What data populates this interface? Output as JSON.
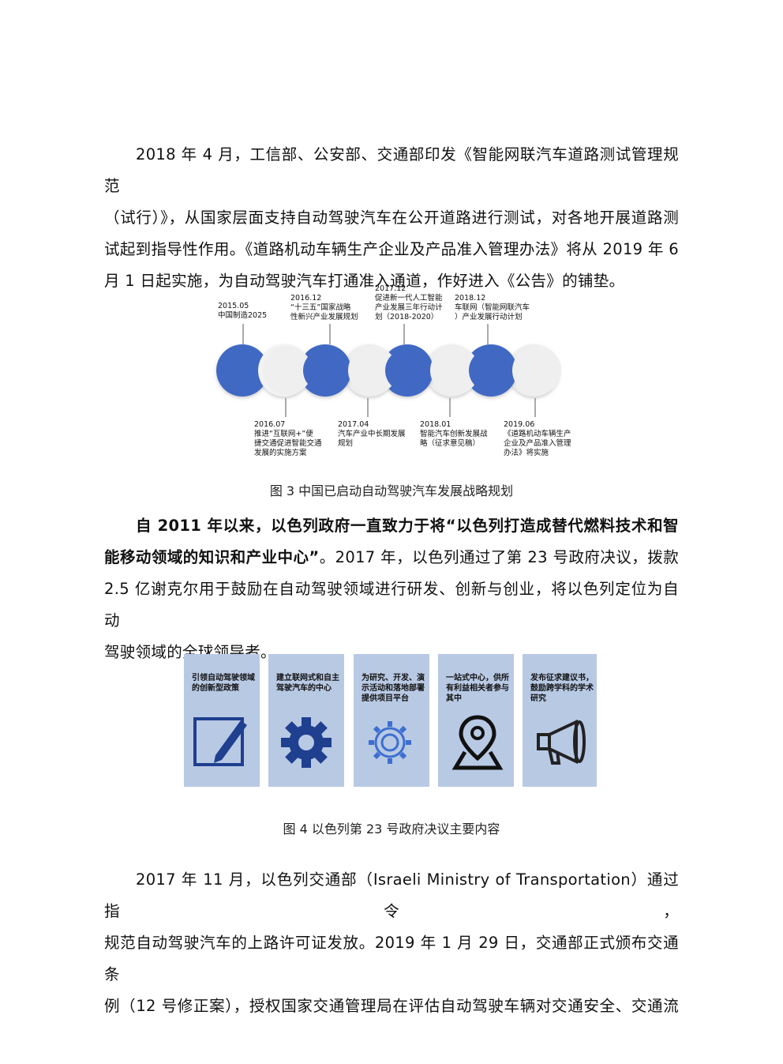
{
  "paragraph1": {
    "lines": [
      "2018 年 4 月，工信部、公安部、交通部印发《智能网联汽车道路测试管理规范",
      "（试行）》，从国家层面支持自动驾驶汽车在公开道路进行测试，对各地开展道路测",
      "试起到指导性作用。《道路机动车辆生产企业及产品准入管理办法》将从 2019 年 6",
      "月 1 日起实施，为自动驾驶汽车打通准入通道，作好进入《公告》的铺垫。"
    ]
  },
  "figure3": {
    "caption": "图  3 中国已启动自动驾驶汽车发展战略规划",
    "top_labels": [
      {
        "date": "2015.05",
        "lines": [
          "中国制造2025"
        ]
      },
      {
        "date": "2016.12",
        "lines": [
          "“十三五”国家战略",
          "性新兴产业发展规划"
        ]
      },
      {
        "date": "2017.12",
        "lines": [
          "促进新一代人工智能",
          "产业发展三年行动计",
          "划（2018-2020）"
        ]
      },
      {
        "date": "2018.12",
        "lines": [
          "车联网（智能网联汽车",
          "）产业发展行动计划"
        ]
      }
    ],
    "bottom_labels": [
      {
        "date": "2016.07",
        "lines": [
          "推进“互联网+”便",
          "捷交通促进智能交通",
          "发展的实施方案"
        ]
      },
      {
        "date": "2017.04",
        "lines": [
          "汽车产业中长期发展",
          "规划"
        ]
      },
      {
        "date": "2018.01",
        "lines": [
          "智能汽车创新发展战",
          "略（征求意见稿）"
        ]
      },
      {
        "date": "2019.06",
        "lines": [
          "《道路机动车辆生产",
          "企业及产品准入管理",
          "办法》将实施"
        ]
      }
    ],
    "colors": {
      "blue": "#4169c4",
      "gray": "#eeeeee"
    }
  },
  "paragraph2": {
    "lead": "自 2011 年以来，以色列政府一直致力于将“以色列打造成替代燃料技术和智",
    "line2_bold": "能移动领域的知识和产业中心”",
    "line2_rest": "。2017 年，以色列通过了第 23 号政府决议，拨款",
    "line3": "2.5 亿谢克尔用于鼓励在自动驾驶领域进行研发、创新与创业，将以色列定位为自动",
    "line4": "驾驶领域的全球领导者。"
  },
  "figure4": {
    "caption": "图  4 以色列第 23 号政府决议主要内容",
    "cards": [
      {
        "text": "引领自动驾驶领域的创新型政策",
        "icon": "pencil-square-icon"
      },
      {
        "text": "建立联网式和自主驾驶汽车的中心",
        "icon": "gear-icon"
      },
      {
        "text": "为研究、开发、演示活动和落地部署提供项目平台",
        "icon": "gear-outline-icon"
      },
      {
        "text": "一站式中心，供所有利益相关者参与其中",
        "icon": "map-pin-icon"
      },
      {
        "text": "发布征求建议书，鼓励跨学科的学术研究",
        "icon": "megaphone-icon"
      }
    ],
    "card_color": "#b8c9e4",
    "icon_color_dark": "#1f3f8f",
    "icon_color_light": "#3d6fd0"
  },
  "paragraph3": {
    "lines": [
      "2017 年 11 月，以色列交通部（Israeli Ministry of Transportation）通过指令，",
      "规范自动驾驶汽车的上路许可证发放。2019 年 1 月 29 日，交通部正式颁布交通条",
      "例（12 号修正案），授权国家交通管理局在评估自动驾驶车辆对交通安全、交通流"
    ]
  }
}
